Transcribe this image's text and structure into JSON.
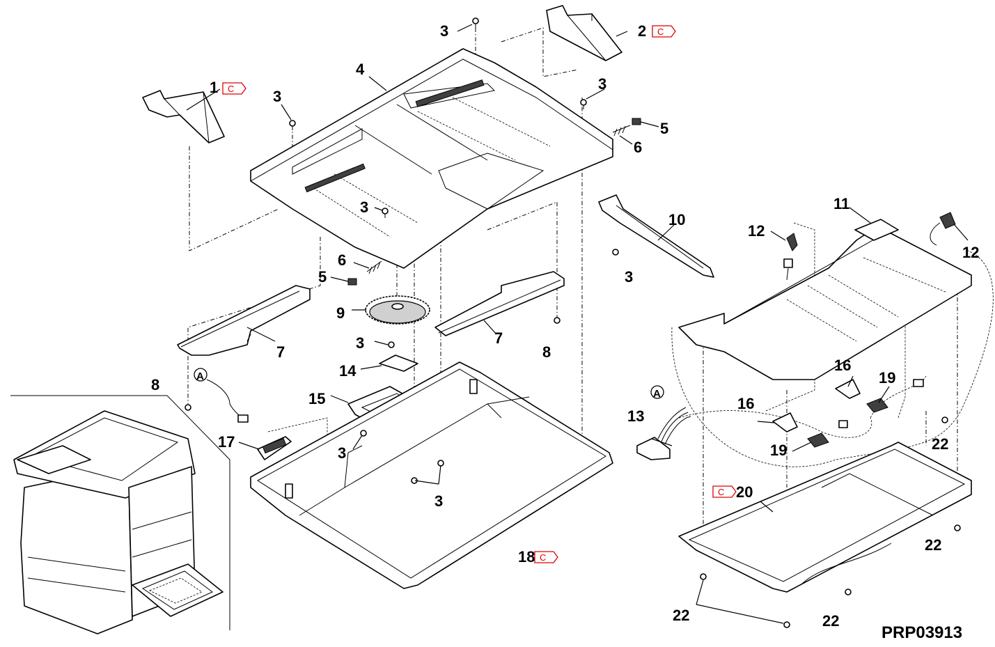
{
  "diagram_code": "PRP03913",
  "c_mark": "C",
  "labels": {
    "l1": "1",
    "l2": "2",
    "l3a": "3",
    "l3b": "3",
    "l3c": "3",
    "l3d": "3",
    "l3e": "3",
    "l3f": "3",
    "l3g": "3",
    "l3h": "3",
    "l4": "4",
    "l5a": "5",
    "l5b": "5",
    "l6a": "6",
    "l6b": "6",
    "l7a": "7",
    "l7b": "7",
    "l8a": "8",
    "l8b": "8",
    "l9": "9",
    "l10": "10",
    "l11": "11",
    "l12a": "12",
    "l12b": "12",
    "l13": "13",
    "l14": "14",
    "l15": "15",
    "l16a": "16",
    "l16b": "16",
    "l17": "17",
    "l18": "18",
    "l19a": "19",
    "l19b": "19",
    "l20": "20",
    "l22a": "22",
    "l22b": "22",
    "l22c": "22",
    "l22d": "22",
    "refA1": "A",
    "refA2": "A"
  }
}
